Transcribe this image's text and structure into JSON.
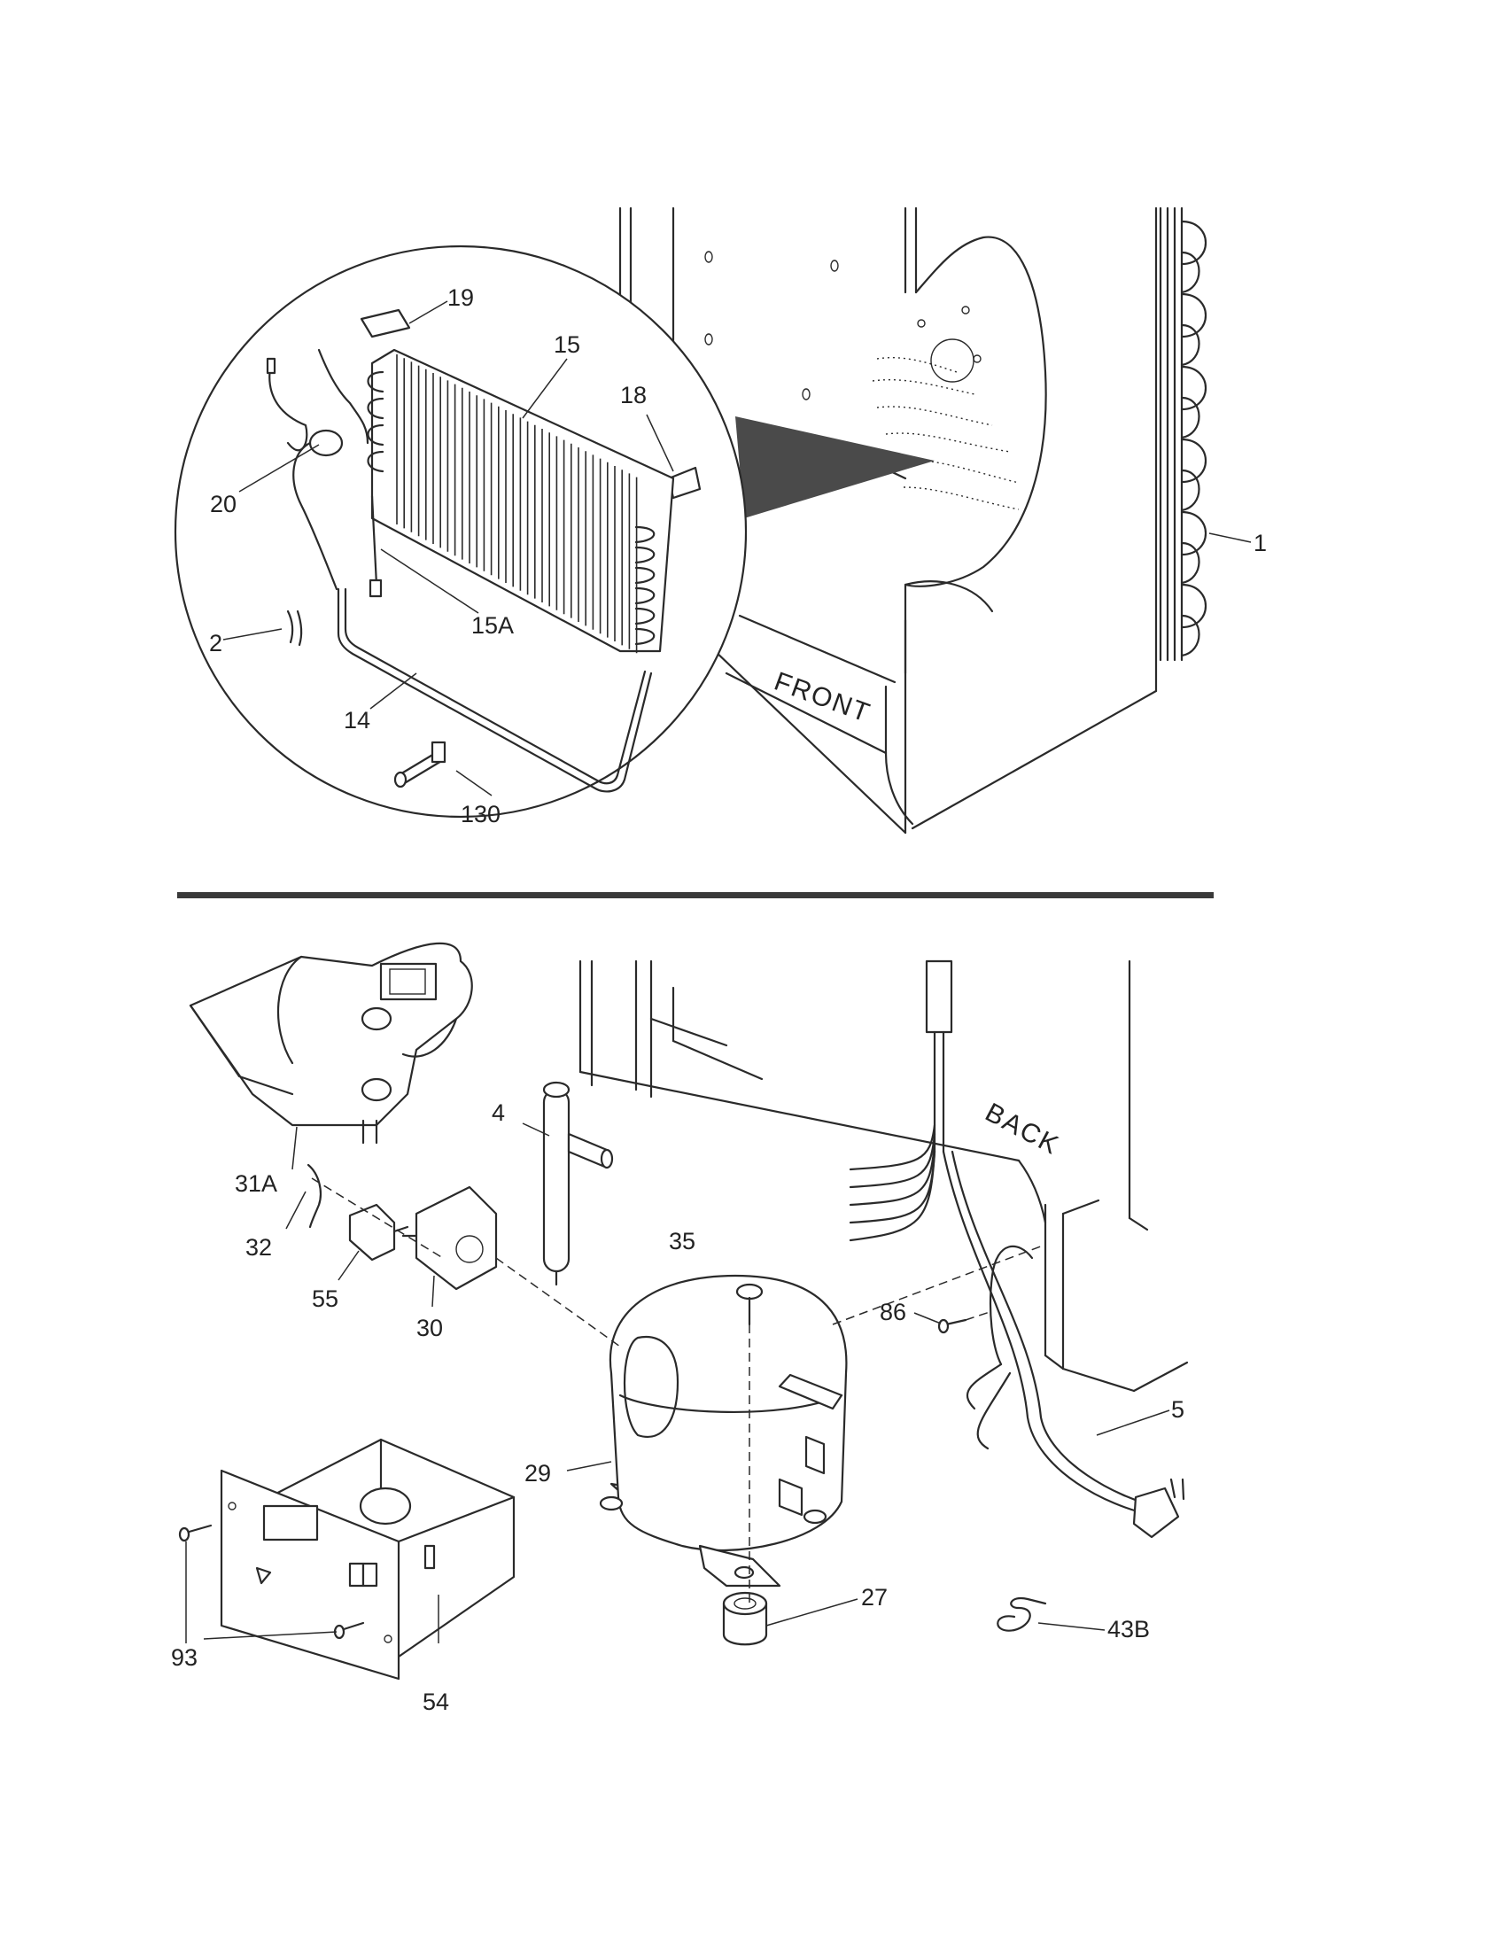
{
  "words": {
    "front": "FRONT",
    "back": "BACK"
  },
  "labels": {
    "l19": "19",
    "l15": "15",
    "l18": "18",
    "l20": "20",
    "l15a": "15A",
    "l2": "2",
    "l14": "14",
    "l130": "130",
    "l1": "1",
    "l31a": "31A",
    "l4": "4",
    "l35": "35",
    "l32": "32",
    "l55": "55",
    "l30": "30",
    "l86": "86",
    "l5": "5",
    "l29": "29",
    "l93": "93",
    "l54": "54",
    "l27": "27",
    "l43b": "43B"
  }
}
